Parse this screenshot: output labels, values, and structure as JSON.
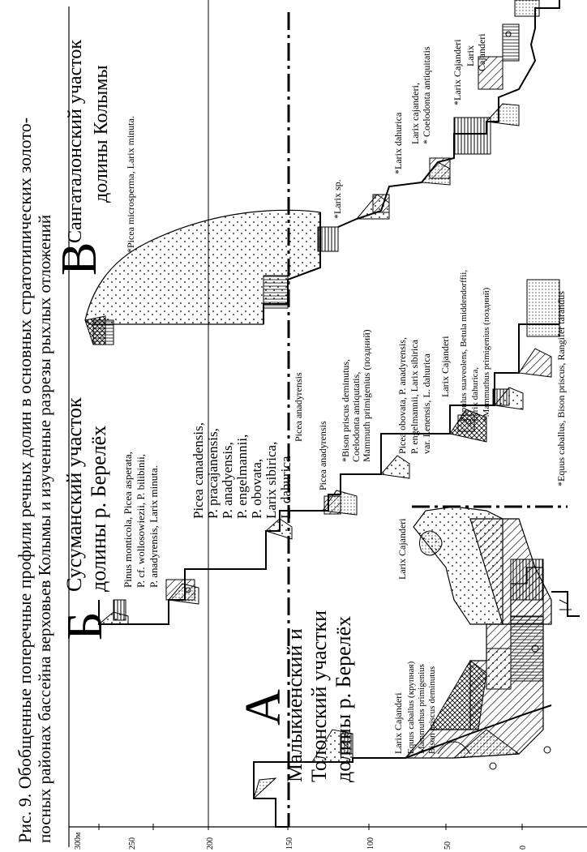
{
  "caption": {
    "line1": "Рис. 9.   Обобщенные поперечные профили речных долин в основных стратотипических золото-",
    "line2": "посных районах бассейна верховьев Колымы и изученные разрезы рыхлых отложений"
  },
  "axis": {
    "ticks": [
      "300м",
      "250",
      "200",
      "150",
      "100",
      "50",
      "0"
    ]
  },
  "section_a": {
    "letter": "А",
    "title": [
      "Малыкиенский и",
      "Толонский участки",
      "долины р. Берелёх"
    ],
    "flora_left": [
      "Larix Cajanderi",
      "Equus caballus (крупная)",
      "Mammuthus primigenius",
      "Bison priscus deminutus"
    ],
    "flora_right": "Larix Cajanderi"
  },
  "section_b": {
    "letter": "Б",
    "title": [
      "Сусуманский участок",
      "долины р. Берелёх"
    ],
    "flora_top": [
      "Pinus monticola, Picea asperata,",
      "P. cf. wollosowiezii, P. bilibinii,",
      "P. anadyrensis, Larix minuta."
    ],
    "flora_mid": [
      "Picea canadensis,",
      "P. pracajanensis,",
      "P. anadyensis,",
      "P. engelmannii,",
      "P. obovata,",
      "Larix sibirica,",
      "L. dahurica"
    ],
    "picea_anadyrensis": [
      "Picea anadyrensis",
      "Picea anadyrensis"
    ],
    "fauna": [
      "*Bison  priscus deminutus,",
      "Coelodonta antiqutatis,",
      "Mammuth primigenius (поздний)"
    ],
    "flora_low": [
      "Picea obovata, P. anadyrensis,",
      "P. engelmannii, Larix sibirica",
      "var. Lenensis, L. dahurica"
    ],
    "larix_cajanderi": "Larix Cajanderi",
    "populus": [
      "Populus suaveolens, Betula middendorffii,",
      "Larix dahurica,",
      "*Mammuthus primigenius (поздний)"
    ],
    "equus": "*Equus caballus, Bison priscus, Rangifer tarandus"
  },
  "section_c": {
    "letter": "В",
    "title": [
      "Сангаталонский участок",
      "долины Колымы"
    ],
    "flora_top": "*Picea microsperma, Larix minuta.",
    "larix_sp": "*Larix sp.",
    "larix_dahurica": "*Larix dahurica",
    "larix_caj_top": [
      "Larix cajanderi,",
      "* Coelodonta antiquitatis"
    ],
    "larix_caj_low": [
      "*Larix Cajanderi",
      "Larix",
      "Cajanderi"
    ]
  }
}
